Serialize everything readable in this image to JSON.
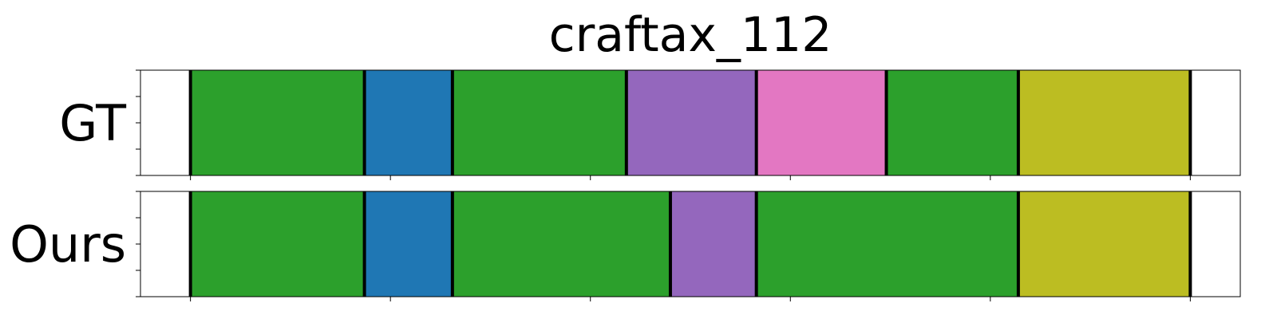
{
  "chart_data": {
    "type": "segmentation-bar",
    "title": "craftax_112",
    "x_range": [
      0,
      550
    ],
    "x_ticks": [
      25,
      125,
      225,
      325,
      425,
      525
    ],
    "tick_labels_visible": false,
    "boundary_color": "#000000",
    "rows": [
      {
        "label": "GT",
        "segments": [
          {
            "start": 25,
            "end": 112,
            "color": "#2ca02c"
          },
          {
            "start": 112,
            "end": 156,
            "color": "#1f77b4"
          },
          {
            "start": 156,
            "end": 243,
            "color": "#2ca02c"
          },
          {
            "start": 243,
            "end": 308,
            "color": "#9467bd"
          },
          {
            "start": 308,
            "end": 373,
            "color": "#e377c2"
          },
          {
            "start": 373,
            "end": 439,
            "color": "#2ca02c"
          },
          {
            "start": 439,
            "end": 525,
            "color": "#bcbd22"
          }
        ]
      },
      {
        "label": "Ours",
        "segments": [
          {
            "start": 25,
            "end": 112,
            "color": "#2ca02c"
          },
          {
            "start": 112,
            "end": 156,
            "color": "#1f77b4"
          },
          {
            "start": 156,
            "end": 265,
            "color": "#2ca02c"
          },
          {
            "start": 265,
            "end": 308,
            "color": "#9467bd"
          },
          {
            "start": 308,
            "end": 439,
            "color": "#2ca02c"
          },
          {
            "start": 439,
            "end": 525,
            "color": "#bcbd22"
          }
        ]
      }
    ]
  }
}
